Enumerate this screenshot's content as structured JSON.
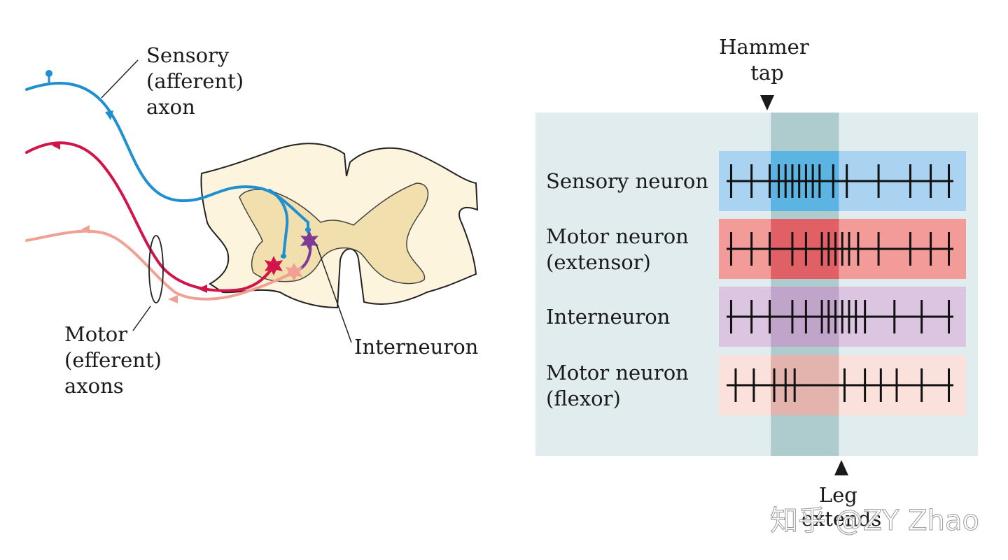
{
  "left_panel": {
    "sensory_label": [
      "Sensory",
      "(afferent)",
      "axon"
    ],
    "motor_label": [
      "Motor",
      "(efferent)",
      "axons"
    ],
    "interneuron_label": "Interneuron"
  },
  "right_panel": {
    "hammer_label": [
      "Hammer",
      "tap"
    ],
    "leg_label": [
      "Leg",
      "extends"
    ],
    "rows": [
      {
        "label": [
          "Sensory neuron"
        ],
        "color": "#4fb0e6",
        "band_color": "#a9d3f0",
        "spikes": [
          0.02,
          0.11,
          0.19,
          0.23,
          0.26,
          0.29,
          0.32,
          0.35,
          0.38,
          0.41,
          0.47,
          0.53,
          0.67,
          0.81,
          0.9,
          0.98
        ]
      },
      {
        "label": [
          "Motor neuron",
          "(extensor)"
        ],
        "color": "#e94f56",
        "band_color": "#f29b98",
        "spikes": [
          0.02,
          0.11,
          0.19,
          0.29,
          0.35,
          0.42,
          0.45,
          0.48,
          0.51,
          0.54,
          0.58,
          0.67,
          0.81,
          0.9,
          0.98
        ]
      },
      {
        "label": [
          "Interneuron"
        ],
        "color": "#c39ec9",
        "band_color": "#dcc5e1",
        "spikes": [
          0.02,
          0.11,
          0.19,
          0.29,
          0.35,
          0.42,
          0.45,
          0.48,
          0.51,
          0.54,
          0.57,
          0.61,
          0.74,
          0.86,
          0.98
        ]
      },
      {
        "label": [
          "Motor neuron",
          "(flexor)"
        ],
        "color": "#f3aca4",
        "band_color": "#fbe1dc",
        "spikes": [
          0.04,
          0.12,
          0.21,
          0.26,
          0.3,
          0.52,
          0.61,
          0.68,
          0.75,
          0.86,
          0.98
        ]
      }
    ],
    "stim_window": [
      0.195,
      0.495
    ],
    "colors": {
      "panel_bg": "#e0ecee",
      "stim_band": "#a4c5c8"
    }
  },
  "watermark": "知乎 @ZY Zhao"
}
